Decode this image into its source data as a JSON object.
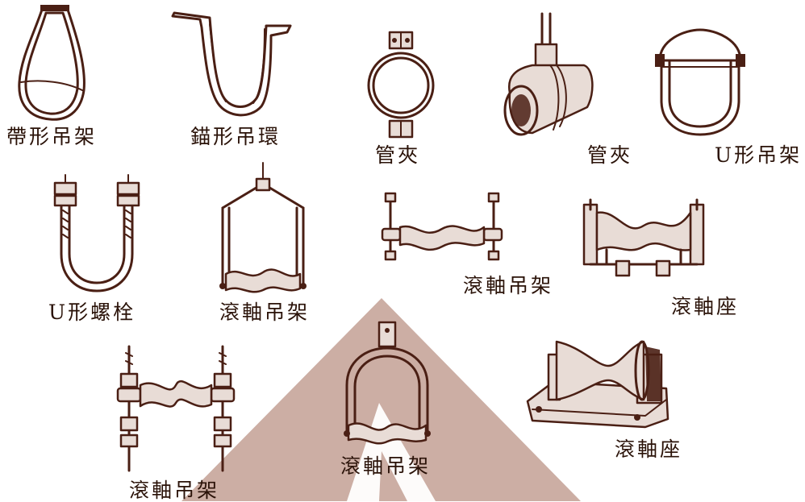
{
  "colors": {
    "ink": "#4a1f14",
    "watermark": "#c8a99f",
    "background": "#ffffff"
  },
  "items": [
    {
      "icon": "band-hanger-icon",
      "label": "帶形吊架"
    },
    {
      "icon": "anchor-hanger-ring-icon",
      "label": "錨形吊環"
    },
    {
      "icon": "pipe-clamp-icon",
      "label": "管夾"
    },
    {
      "icon": "pipe-clamp-mounted-icon",
      "label": "管夾"
    },
    {
      "icon": "u-hanger-icon",
      "label": "U形吊架"
    },
    {
      "icon": "u-bolt-icon",
      "label": "U形螺栓"
    },
    {
      "icon": "roller-hanger-frame-icon",
      "label": "滾軸吊架"
    },
    {
      "icon": "roller-hanger-rods-icon",
      "label": "滾軸吊架"
    },
    {
      "icon": "roller-stand-icon",
      "label": "滾軸座"
    },
    {
      "icon": "roller-hanger-double-rod-icon",
      "label": "滾軸吊架"
    },
    {
      "icon": "roller-hanger-yoke-icon",
      "label": "滾軸吊架"
    },
    {
      "icon": "roller-base-icon",
      "label": "滾軸座"
    }
  ]
}
